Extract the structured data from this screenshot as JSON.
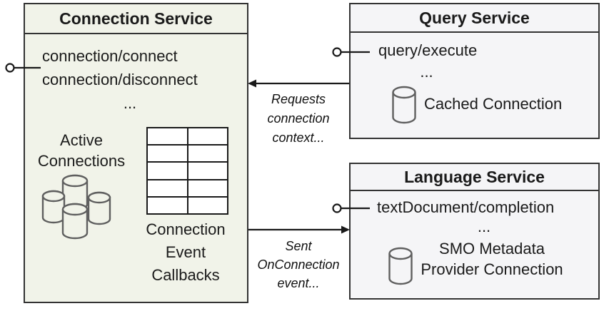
{
  "colors": {
    "connection_box_fill": "#f1f3e9",
    "service_box_fill": "#f5f5f7",
    "box_border": "#333333",
    "cylinder_stroke": "#5f5f5f",
    "line_color": "#1a1a1a"
  },
  "connection_service": {
    "title": "Connection Service",
    "methods": [
      "connection/connect",
      "connection/disconnect",
      "..."
    ],
    "active_connections_label": "Active Connections",
    "callbacks_label": "Connection Event Callbacks",
    "cluster_icon": "database-cluster-icon",
    "table_icon": "table-grid-icon"
  },
  "query_service": {
    "title": "Query Service",
    "method": "query/execute",
    "ellipsis": "...",
    "cached_connection_label": "Cached Connection",
    "icon": "database-cylinder-icon"
  },
  "language_service": {
    "title": "Language Service",
    "method": "textDocument/completion",
    "ellipsis": "...",
    "provider_lines": [
      "SMO Metadata",
      "Provider Connection"
    ],
    "icon": "database-cylinder-icon"
  },
  "arrows": {
    "requests_context": {
      "lines": [
        "Requests",
        "connection",
        "context..."
      ],
      "direction": "right-to-left"
    },
    "sent_onconnection": {
      "lines": [
        "Sent",
        "OnConnection",
        "event..."
      ],
      "direction": "left-to-right"
    }
  },
  "connectors": {
    "type": "lollipop-interface-connector",
    "count": 3
  }
}
